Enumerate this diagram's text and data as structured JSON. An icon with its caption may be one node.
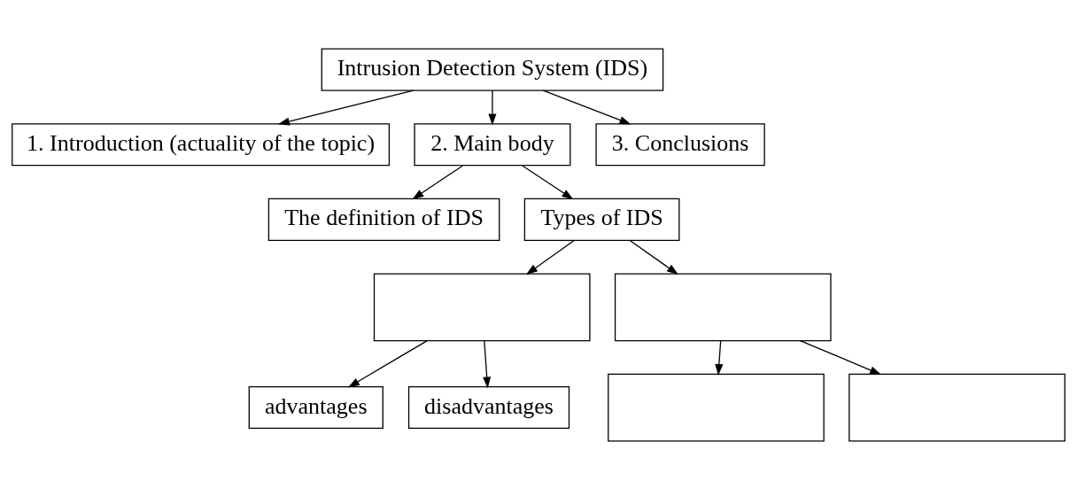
{
  "diagram": {
    "nodes": [
      {
        "text": [
          "Intrusion Detection System (IDS)"
        ]
      },
      {
        "text": [
          "1. Introduction (actuality of the topic)"
        ]
      },
      {
        "text": [
          "2. Main body"
        ]
      },
      {
        "text": [
          "3. Conclusions"
        ]
      },
      {
        "text": [
          "The definition of IDS"
        ]
      },
      {
        "text": [
          "Types of IDS"
        ]
      },
      {
        "text": [],
        "shape": "box"
      },
      {
        "text": [],
        "shape": "box"
      },
      {
        "text": [
          "advantages"
        ]
      },
      {
        "text": [
          "disadvantages"
        ]
      },
      {
        "text": [],
        "shape": "box"
      },
      {
        "text": [],
        "shape": "box"
      }
    ],
    "edges": [
      {
        "from": 0,
        "to": 1,
        "arrow": "to"
      },
      {
        "from": 0,
        "to": 2,
        "arrow": "to"
      },
      {
        "from": 0,
        "to": 3,
        "arrow": "to"
      },
      {
        "from": 2,
        "to": 4,
        "arrow": "to"
      },
      {
        "from": 2,
        "to": 5,
        "arrow": "to"
      },
      {
        "from": 5,
        "to": 6,
        "arrow": "to"
      },
      {
        "from": 5,
        "to": 7,
        "arrow": "to"
      },
      {
        "from": 6,
        "to": 8,
        "arrow": "to"
      },
      {
        "from": 6,
        "to": 9,
        "arrow": "to"
      },
      {
        "from": 7,
        "to": 10,
        "arrow": "to"
      },
      {
        "from": 7,
        "to": 11,
        "arrow": "to"
      }
    ]
  }
}
